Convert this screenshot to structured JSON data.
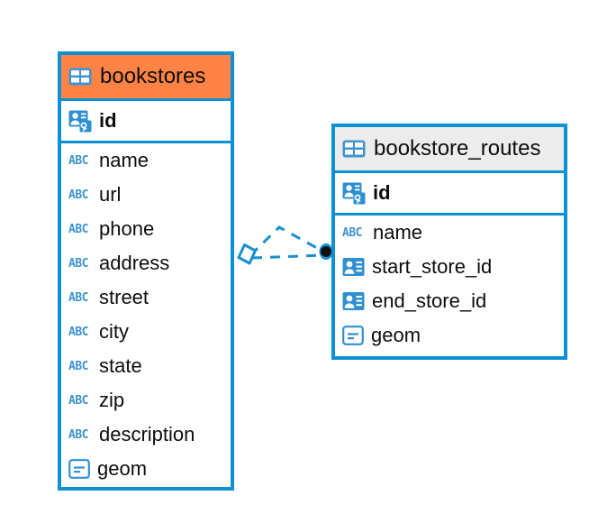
{
  "diagram": {
    "type": "entity-relationship-diagram",
    "background": "#ffffff",
    "colors": {
      "border": "#0f8fd4",
      "header_accent": "#ff8344",
      "header_plain": "#ececec",
      "icon_blue": "#2f90d0",
      "text": "#0d0d0d",
      "connector": "#1a8fd1",
      "connector_endpoint": "#111111"
    }
  },
  "entities": [
    {
      "name": "bookstores",
      "header_style": "accent",
      "primary_keys": [
        {
          "label": "id",
          "icon": "primary-key-icon"
        }
      ],
      "fields": [
        {
          "label": "name",
          "icon": "abc-text-icon",
          "icon_text": "ABC"
        },
        {
          "label": "url",
          "icon": "abc-text-icon",
          "icon_text": "ABC"
        },
        {
          "label": "phone",
          "icon": "abc-text-icon",
          "icon_text": "ABC"
        },
        {
          "label": "address",
          "icon": "abc-text-icon",
          "icon_text": "ABC"
        },
        {
          "label": "street",
          "icon": "abc-text-icon",
          "icon_text": "ABC"
        },
        {
          "label": "city",
          "icon": "abc-text-icon",
          "icon_text": "ABC"
        },
        {
          "label": "state",
          "icon": "abc-text-icon",
          "icon_text": "ABC"
        },
        {
          "label": "zip",
          "icon": "abc-text-icon",
          "icon_text": "ABC"
        },
        {
          "label": "description",
          "icon": "abc-text-icon",
          "icon_text": "ABC"
        },
        {
          "label": "geom",
          "icon": "geometry-icon",
          "icon_text": ""
        }
      ]
    },
    {
      "name": "bookstore_routes",
      "header_style": "plain",
      "primary_keys": [
        {
          "label": "id",
          "icon": "primary-key-icon"
        }
      ],
      "fields": [
        {
          "label": "name",
          "icon": "abc-text-icon",
          "icon_text": "ABC"
        },
        {
          "label": "start_store_id",
          "icon": "foreign-key-icon",
          "icon_text": ""
        },
        {
          "label": "end_store_id",
          "icon": "foreign-key-icon",
          "icon_text": ""
        },
        {
          "label": "geom",
          "icon": "geometry-icon",
          "icon_text": ""
        }
      ]
    }
  ],
  "relationship": {
    "from": "bookstores",
    "to": "bookstore_routes",
    "line_style": "dashed",
    "source_endpoint": "diamond",
    "target_endpoint": "filled-circle"
  }
}
